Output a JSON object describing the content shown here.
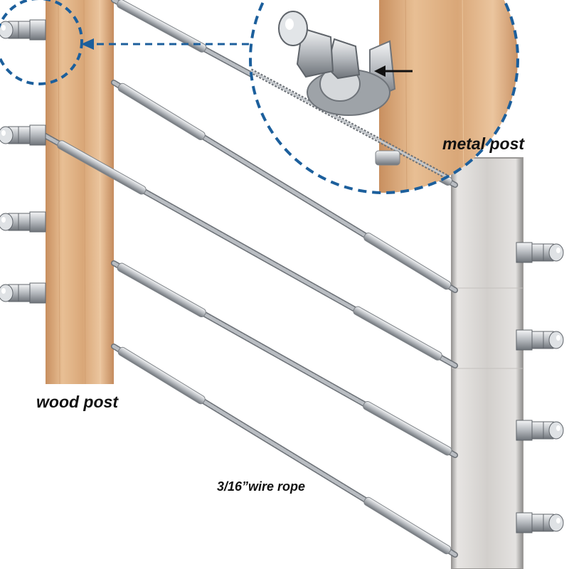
{
  "labels": {
    "metal_post": "metal post",
    "wood_post": "wood post",
    "wire_rope": "3/16”wire rope"
  },
  "colors": {
    "wood": "#d8a679",
    "wood_light": "#e8bf94",
    "metal_post": "#d7d4d1",
    "steel": "#b9bdc2",
    "steel_dark": "#6d7278",
    "callout": "#1c5f9c",
    "arrow": "#111111"
  },
  "icons": {
    "callout": "magnified-detail-circle",
    "pointer": "pointer-arrow-icon"
  }
}
